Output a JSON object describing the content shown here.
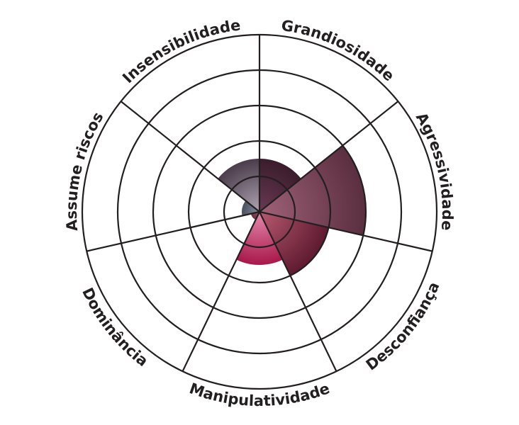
{
  "chart_data": {
    "type": "polar-area",
    "categories": [
      "Grandiosidade",
      "Agressividade",
      "Desconfiança",
      "Manipulatividade",
      "Dominância",
      "Assume riscos",
      "Insensibilidade"
    ],
    "values": [
      1.5,
      3,
      2,
      1.5,
      0.25,
      0.5,
      1.5
    ],
    "rlim": [
      0,
      5
    ],
    "rings": 5,
    "grid": true,
    "colors": [
      [
        "#6a3a55",
        "#3a1c2c"
      ],
      [
        "#a06278",
        "#5a2e40"
      ],
      [
        "#b85a70",
        "#5e1a30"
      ],
      [
        "#e68aae",
        "#a8184a"
      ],
      [
        "#9a5a6a",
        "#6a3040"
      ],
      [
        "#8a90a0",
        "#4a5060"
      ],
      [
        "#b0a4b4",
        "#4a3c4a"
      ]
    ]
  }
}
